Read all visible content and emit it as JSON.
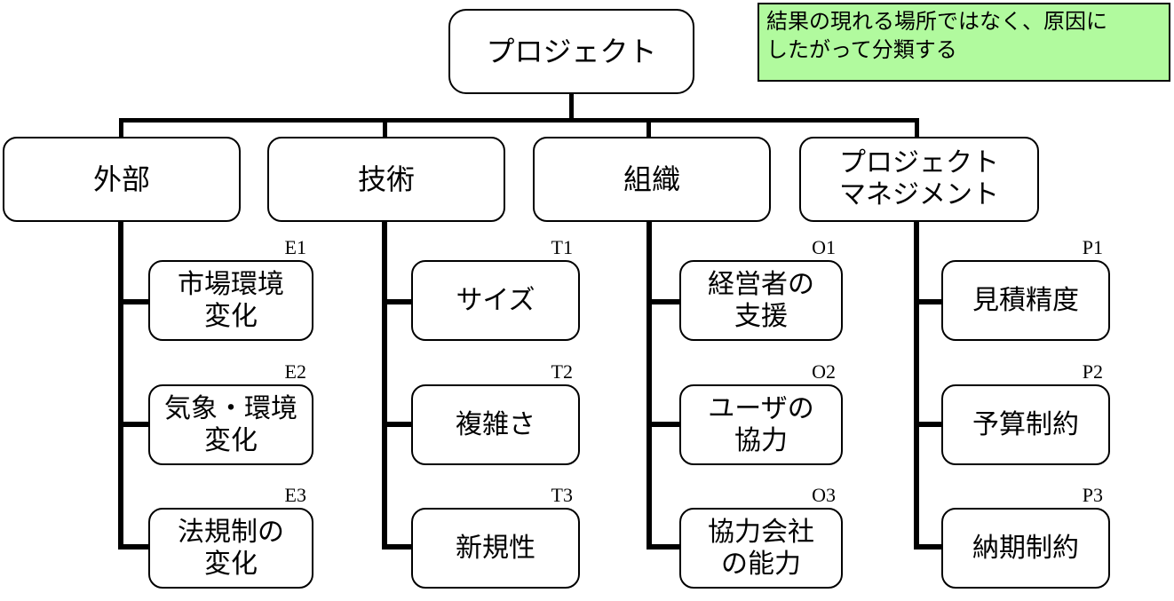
{
  "root": {
    "label": "プロジェクト"
  },
  "note": {
    "text": "結果の現れる場所ではなく、原因に\nしたがって分類する",
    "bg_color": "#b1fa9e",
    "border_color": "#000000"
  },
  "colors": {
    "line": "#000000",
    "box_bg": "#ffffff",
    "box_border": "#000000"
  },
  "categories": [
    {
      "label": "外部",
      "children": [
        {
          "code": "E1",
          "label": "市場環境\n変化"
        },
        {
          "code": "E2",
          "label": "気象・環境\n変化"
        },
        {
          "code": "E3",
          "label": "法規制の\n変化"
        }
      ]
    },
    {
      "label": "技術",
      "children": [
        {
          "code": "T1",
          "label": "サイズ"
        },
        {
          "code": "T2",
          "label": "複雑さ"
        },
        {
          "code": "T3",
          "label": "新規性"
        }
      ]
    },
    {
      "label": "組織",
      "children": [
        {
          "code": "O1",
          "label": "経営者の\n支援"
        },
        {
          "code": "O2",
          "label": "ユーザの\n協力"
        },
        {
          "code": "O3",
          "label": "協力会社\nの能力"
        }
      ]
    },
    {
      "label": "プロジェクト\nマネジメント",
      "children": [
        {
          "code": "P1",
          "label": "見積精度"
        },
        {
          "code": "P2",
          "label": "予算制約"
        },
        {
          "code": "P3",
          "label": "納期制約"
        }
      ]
    }
  ]
}
